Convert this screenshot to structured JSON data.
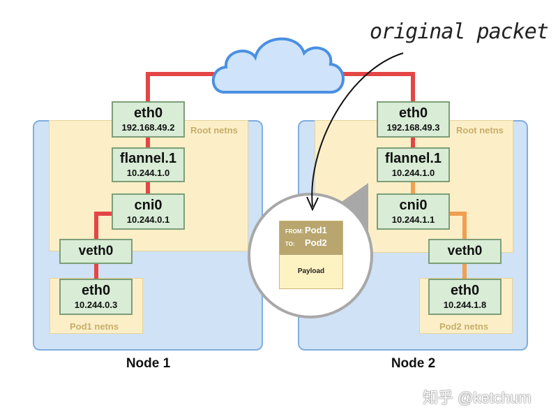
{
  "annotation": "original packet",
  "nodes": [
    {
      "caption": "Node 1",
      "root_netns_label": "Root netns",
      "pod_netns_label": "Pod1 netns",
      "eth0": {
        "name": "eth0",
        "ip": "192.168.49.2"
      },
      "flannel": {
        "name": "flannel.1",
        "ip": "10.244.1.0"
      },
      "cni": {
        "name": "cni0",
        "ip": "10.244.0.1"
      },
      "veth": {
        "name": "veth0"
      },
      "pod_eth": {
        "name": "eth0",
        "ip": "10.244.0.3"
      }
    },
    {
      "caption": "Node 2",
      "root_netns_label": "Root netns",
      "pod_netns_label": "Pod2 netns",
      "eth0": {
        "name": "eth0",
        "ip": "192.168.49.3"
      },
      "flannel": {
        "name": "flannel.1",
        "ip": "10.244.1.0"
      },
      "cni": {
        "name": "cni0",
        "ip": "10.244.1.1"
      },
      "veth": {
        "name": "veth0"
      },
      "pod_eth": {
        "name": "eth0",
        "ip": "10.244.1.8"
      }
    }
  ],
  "packet": {
    "from_label": "FROM:",
    "from_value": "Pod1",
    "to_label": "TO:",
    "to_value": "Pod2",
    "payload": "Payload"
  },
  "watermark": "知乎 @ketchum",
  "colors": {
    "path_red": "#e44545",
    "path_orange": "#f0a050",
    "node_bg": "#cfe2f6",
    "netns_bg": "#fcefc8",
    "iface_bg": "#d8ecd6",
    "cloud_fill": "#cfe3fa",
    "cloud_stroke": "#4a90e2",
    "magnifier": "#a8a8a8"
  }
}
